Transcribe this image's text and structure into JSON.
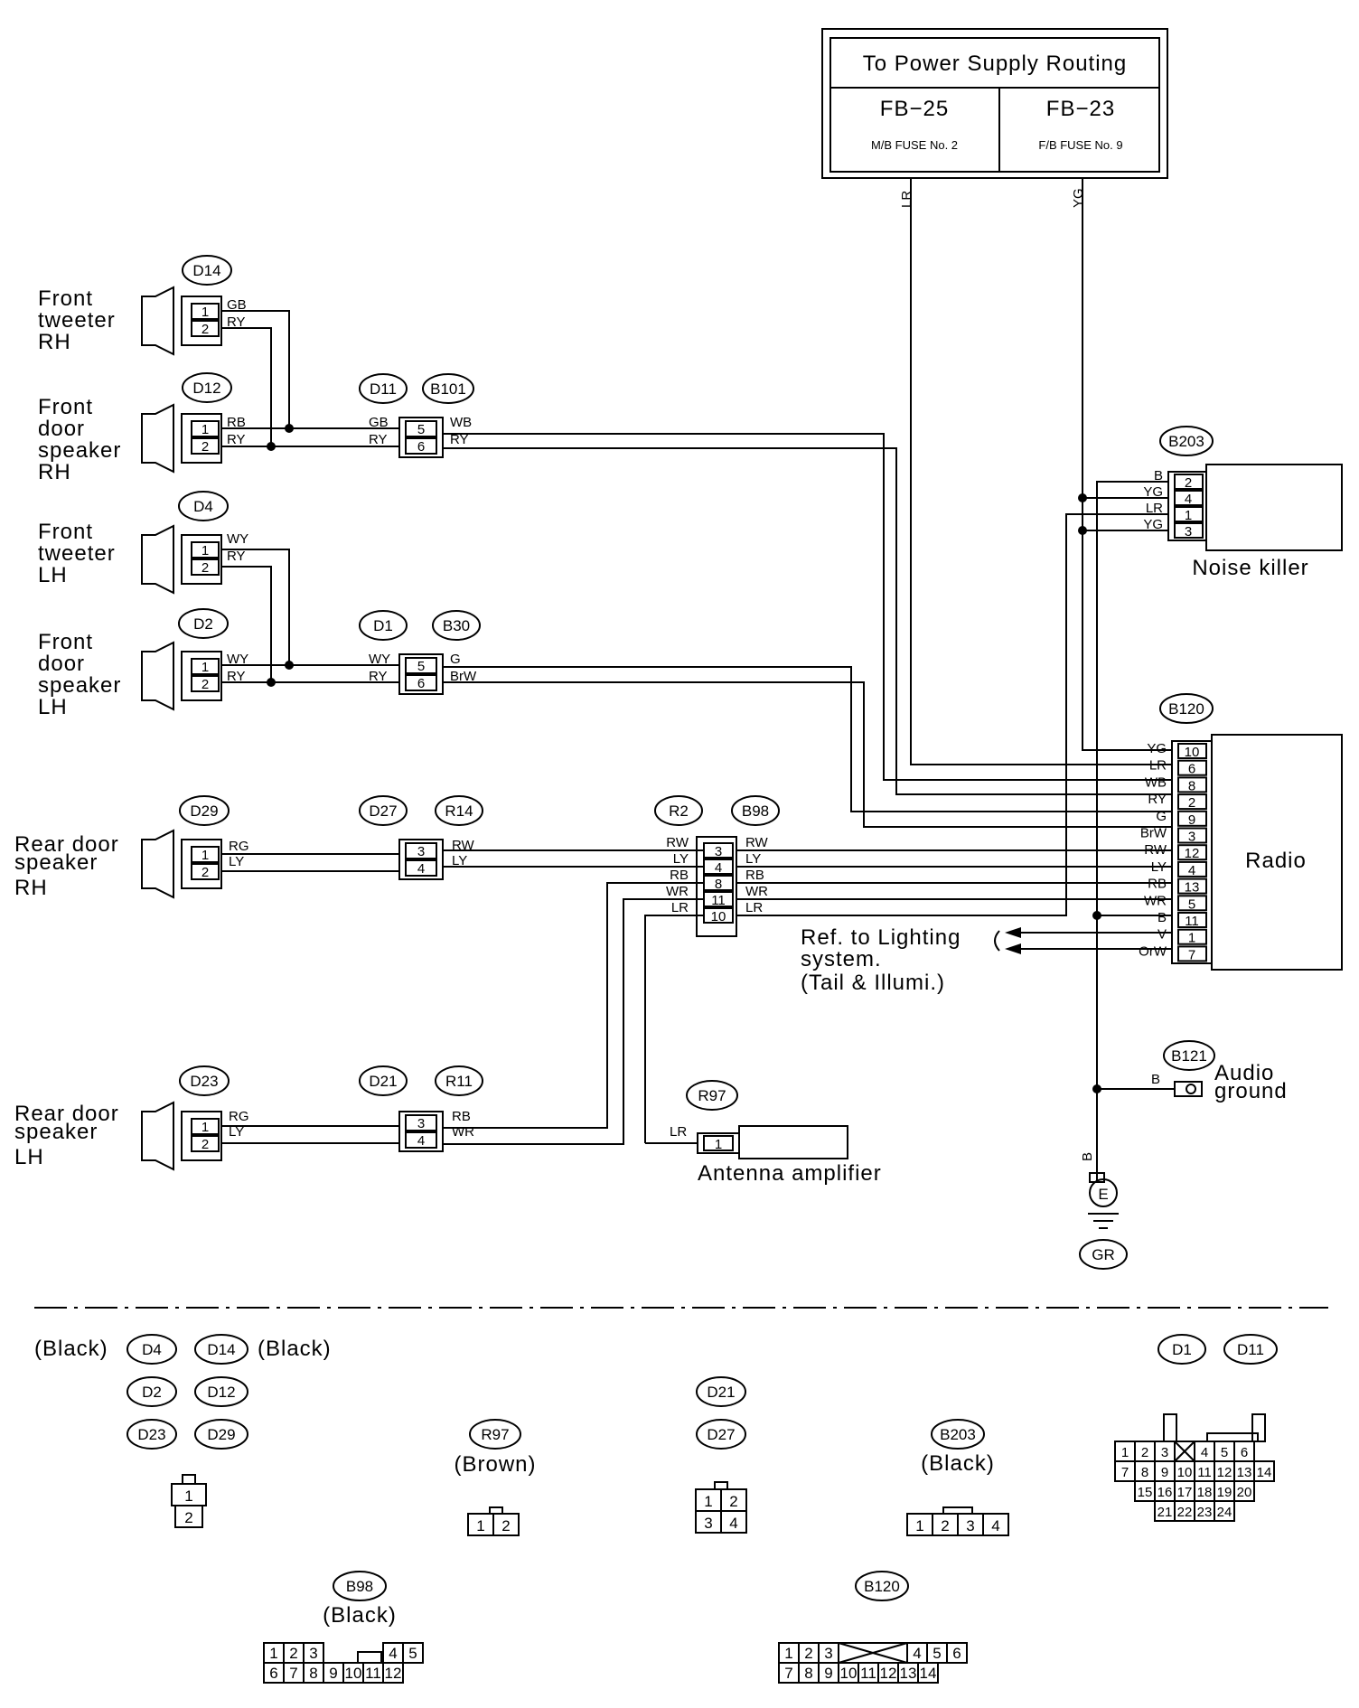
{
  "power": {
    "title": "To Power Supply Routing",
    "left_code": "FB−25",
    "left_sub": "M/B FUSE No. 2",
    "right_code": "FB−23",
    "right_sub": "F/B FUSE No. 9",
    "left_wire": "LR",
    "right_wire": "YG"
  },
  "speakers": [
    {
      "line1": "Front",
      "line2": "tweeter",
      "line3": "RH",
      "connector": "D14",
      "wires": [
        "GB",
        "RY"
      ],
      "pins": [
        "1",
        "2"
      ]
    },
    {
      "line1": "Front",
      "line2": "door",
      "line3": "speaker",
      "line4": "RH",
      "connector": "D12",
      "wires": [
        "RB",
        "RY"
      ],
      "pins": [
        "1",
        "2"
      ]
    },
    {
      "line1": "Front",
      "line2": "tweeter",
      "line3": "LH",
      "connector": "D4",
      "wires": [
        "WY",
        "RY"
      ],
      "pins": [
        "1",
        "2"
      ]
    },
    {
      "line1": "Front",
      "line2": "door",
      "line3": "speaker",
      "line4": "LH",
      "connector": "D2",
      "wires": [
        "WY",
        "RY"
      ],
      "pins": [
        "1",
        "2"
      ]
    },
    {
      "line1": "Rear door",
      "line2": "speaker",
      "line3": "RH",
      "connector": "D29",
      "wires": [
        "RG",
        "LY"
      ],
      "pins": [
        "1",
        "2"
      ]
    },
    {
      "line1": "Rear door",
      "line2": "speaker",
      "line3": "LH",
      "connector": "D23",
      "wires": [
        "RG",
        "LY"
      ],
      "pins": [
        "1",
        "2"
      ]
    }
  ],
  "junctions": [
    {
      "left": "D11",
      "right": "B101",
      "lwires": [
        "GB",
        "RY"
      ],
      "rwires": [
        "WB",
        "RY"
      ],
      "pins": [
        "5",
        "6"
      ]
    },
    {
      "left": "D1",
      "right": "B30",
      "lwires": [
        "WY",
        "RY"
      ],
      "rwires": [
        "G",
        "BrW"
      ],
      "pins": [
        "5",
        "6"
      ]
    },
    {
      "left": "D27",
      "right": "R14",
      "rwires": [
        "RW",
        "LY"
      ],
      "pins": [
        "3",
        "4"
      ]
    },
    {
      "left": "D21",
      "right": "R11",
      "rwires": [
        "RB",
        "WR"
      ],
      "pins": [
        "3",
        "4"
      ]
    }
  ],
  "r2b98": {
    "left": "R2",
    "right": "B98",
    "lwires": [
      "RW",
      "LY",
      "RB",
      "WR",
      "LR"
    ],
    "pins": [
      "3",
      "4",
      "8",
      "11",
      "10"
    ],
    "rwires": [
      "RW",
      "LY",
      "RB",
      "WR",
      "LR"
    ]
  },
  "noise_killer": {
    "connector": "B203",
    "label": "Noise killer",
    "wires": [
      "B",
      "YG",
      "LR",
      "YG"
    ],
    "pins": [
      "2",
      "4",
      "1",
      "3"
    ]
  },
  "radio": {
    "connector": "B120",
    "label": "Radio",
    "wires": [
      "YG",
      "LR",
      "WB",
      "RY",
      "G",
      "BrW",
      "RW",
      "LY",
      "RB",
      "WR",
      "B",
      "V",
      "OrW"
    ],
    "pins": [
      "10",
      "6",
      "8",
      "2",
      "9",
      "3",
      "12",
      "4",
      "13",
      "5",
      "11",
      "1",
      "7"
    ]
  },
  "lighting": {
    "line1": "Ref. to Lighting",
    "line2": "system.",
    "line3": "(Tail & Illumi.)"
  },
  "antenna": {
    "connector": "R97",
    "label": "Antenna amplifier",
    "wire": "LR",
    "pin": "1"
  },
  "audio_ground": {
    "connector": "B121",
    "line1": "Audio",
    "line2": "ground",
    "wire": "B"
  },
  "ground": {
    "wire": "B",
    "symbol": "E",
    "code": "GR"
  },
  "legend": {
    "black1": "(Black)",
    "black2": "(Black)",
    "speaker_codes": [
      "D4",
      "D14",
      "D2",
      "D12",
      "D23",
      "D29"
    ],
    "speaker_pins": [
      "1",
      "2"
    ],
    "r97": "R97",
    "r97_color": "(Brown)",
    "r97_pins": [
      "1",
      "2"
    ],
    "d21": "D21",
    "d27": "D27",
    "d2127_pins": [
      "1",
      "2",
      "3",
      "4"
    ],
    "b203": "B203",
    "b203_color": "(Black)",
    "b203_pins": [
      "1",
      "2",
      "3",
      "4"
    ],
    "d1": "D1",
    "d11": "D11",
    "d1_row1": [
      "1",
      "2",
      "3",
      "4",
      "5",
      "6"
    ],
    "d1_row2": [
      "7",
      "8",
      "9",
      "10",
      "11",
      "12",
      "13",
      "14"
    ],
    "d1_row3": [
      "15",
      "16",
      "17",
      "18",
      "19",
      "20"
    ],
    "d1_row4": [
      "21",
      "22",
      "23",
      "24"
    ],
    "b98": "B98",
    "b98_color": "(Black)",
    "b98_row1": [
      "1",
      "2",
      "3",
      "4",
      "5"
    ],
    "b98_row2": [
      "6",
      "7",
      "8",
      "9",
      "10",
      "11",
      "12"
    ],
    "b120": "B120",
    "b120_row1": [
      "1",
      "2",
      "3",
      "4",
      "5",
      "6"
    ],
    "b120_row2": [
      "7",
      "8",
      "9",
      "10",
      "11",
      "12",
      "13",
      "14"
    ]
  }
}
